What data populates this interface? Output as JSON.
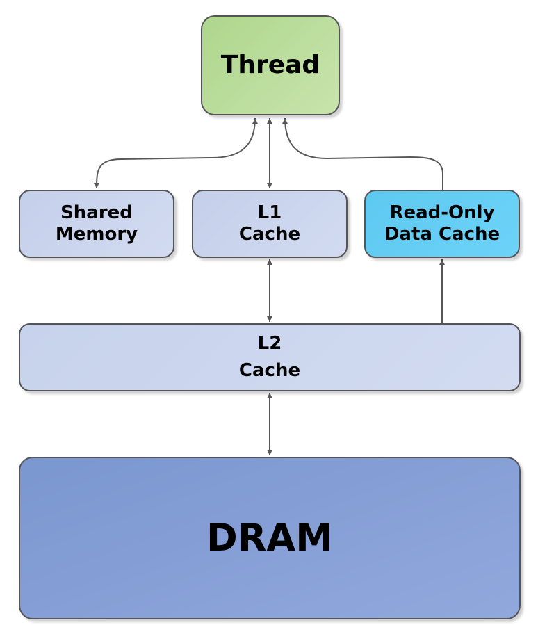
{
  "diagram": {
    "title": "GPU memory hierarchy",
    "nodes": [
      {
        "id": "thread",
        "label": "Thread",
        "color": "#b8dc98"
      },
      {
        "id": "shared-memory",
        "label_line1": "Shared",
        "label_line2": "Memory",
        "color": "#cad4ee"
      },
      {
        "id": "l1-cache",
        "label_line1": "L1",
        "label_line2": "Cache",
        "color": "#cad4ee"
      },
      {
        "id": "read-only-data-cache",
        "label_line1": "Read-Only",
        "label_line2": "Data Cache",
        "color": "#62cdf4"
      },
      {
        "id": "l2-cache",
        "label_line1": "L2",
        "label_line2": "Cache",
        "color": "#ccd6ee"
      },
      {
        "id": "dram",
        "label": "DRAM",
        "color": "#839ed4"
      }
    ],
    "edges": [
      {
        "from": "thread",
        "to": "shared-memory",
        "direction": "bidirectional"
      },
      {
        "from": "thread",
        "to": "l1-cache",
        "direction": "bidirectional"
      },
      {
        "from": "read-only-data-cache",
        "to": "thread",
        "direction": "one-way"
      },
      {
        "from": "l1-cache",
        "to": "l2-cache",
        "direction": "bidirectional"
      },
      {
        "from": "l2-cache",
        "to": "read-only-data-cache",
        "direction": "one-way"
      },
      {
        "from": "l2-cache",
        "to": "dram",
        "direction": "bidirectional"
      }
    ]
  }
}
